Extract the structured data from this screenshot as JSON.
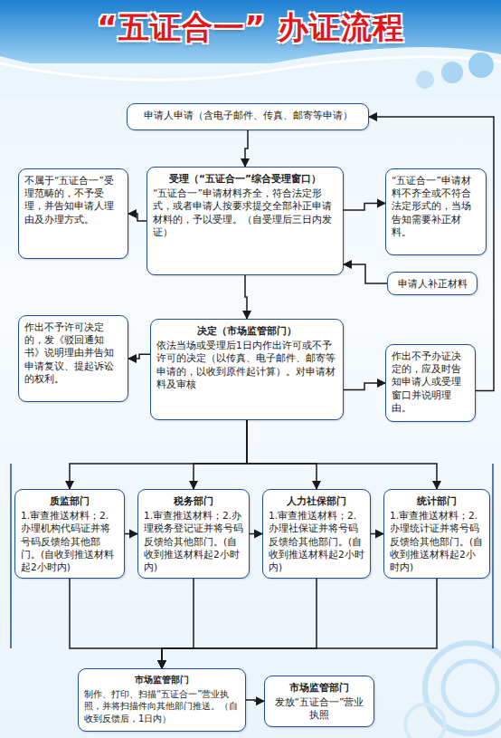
{
  "diagram": {
    "title": "“五证合一” 办证流程",
    "nodes": [
      {
        "text": [
          "申请人申请（含电子邮件、传真、邮寄等申请）"
        ]
      },
      {
        "text": [
          "不属于“五证合一”受理范畴的，不予受理，并告知申请人理由及办理方式。"
        ]
      },
      {
        "text": [
          "受理（“五证合一”综合受理窗口）",
          "“五证合一”申请材料齐全，符合法定形式，或者申请人按要求提交全部补正申请材料的，予以受理。（自受理后三日内发证）"
        ]
      },
      {
        "text": [
          "“五证合一”申请材料不齐全或不符合法定形式的，当场告知需要补正材料。"
        ]
      },
      {
        "text": [
          "申请人补正材料"
        ]
      },
      {
        "text": [
          "作出不予许可决定的，发《驳回通知书》说明理由并告知申请复议、提起诉讼的权利。"
        ]
      },
      {
        "text": [
          "决定（市场监管部门）",
          "依法当场或受理后1日内作出许可或不予许可的决定（以传真、电子邮件、邮寄等申请的，以收到原件起计算）。对申请材料及审核"
        ]
      },
      {
        "text": [
          "作出不予办证决定的，应及时告知申请人或受理窗口并说明理由。"
        ]
      },
      {
        "text": [
          "质监部门",
          "1.审查推送材料；2.办理机构代码证并将号码反馈给其他部门。(自收到推送材料起2小时内)"
        ]
      },
      {
        "text": [
          "税务部门",
          "1.审查推送材料；2.办理税务登记证并将号码反馈给其他部门。(自收到推送材料起2小时内)"
        ]
      },
      {
        "text": [
          "人力社保部门",
          "1.审查推送材料；2.办理社保证并将号码反馈给其他部门。(自收到推送材料起2小时内)"
        ]
      },
      {
        "text": [
          "统计部门",
          "1.审查推送材料；2.办理统计证并将号码反馈给其他部门。(自收到推送材料起2小时内)"
        ]
      },
      {
        "text": [
          "市场监管部门",
          "制作、打印、扫描“五证合一”营业执照，并将扫描件向其他部门推送。（自收到反馈后，1日内）"
        ]
      },
      {
        "text": [
          "市场监管部门",
          "发放“五证合一”营业执照"
        ]
      }
    ],
    "edges": [
      {
        "from": 0,
        "to": 2,
        "arrow": "to"
      },
      {
        "from": 2,
        "to": 1,
        "arrow": "to"
      },
      {
        "from": 2,
        "to": 3,
        "arrow": "to"
      },
      {
        "from": 4,
        "to": 2,
        "arrow": "to"
      },
      {
        "from": 2,
        "to": 6,
        "arrow": "to"
      },
      {
        "from": 6,
        "to": 5,
        "arrow": "to"
      },
      {
        "from": 6,
        "to": 7,
        "arrow": "to"
      },
      {
        "from": 7,
        "to": 0,
        "arrow": "to"
      },
      {
        "from": 6,
        "to": 8,
        "arrow": "to"
      },
      {
        "from": 6,
        "to": 9,
        "arrow": "to"
      },
      {
        "from": 6,
        "to": 10,
        "arrow": "to"
      },
      {
        "from": 6,
        "to": 11,
        "arrow": "to"
      },
      {
        "from": 8,
        "to": 9,
        "arrow": "to"
      },
      {
        "from": 9,
        "to": 10,
        "arrow": "to"
      },
      {
        "from": 10,
        "to": 11,
        "arrow": "to"
      },
      {
        "from": 8,
        "to": 12,
        "arrow": "to"
      },
      {
        "from": 9,
        "to": 12,
        "arrow": "to"
      },
      {
        "from": 10,
        "to": 12,
        "arrow": "to"
      },
      {
        "from": 11,
        "to": 12,
        "arrow": "to"
      },
      {
        "from": 12,
        "to": 13,
        "arrow": "to"
      }
    ]
  }
}
